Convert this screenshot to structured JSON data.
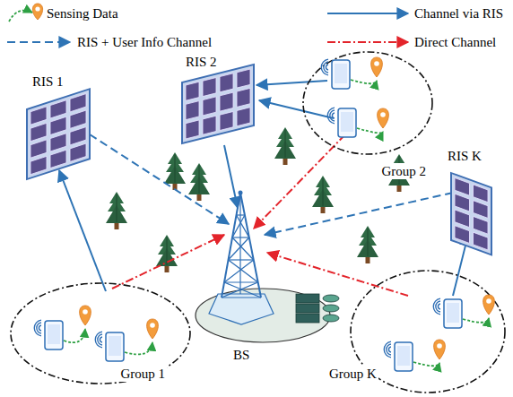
{
  "diagram": {
    "nodes": [
      {
        "text": [
          "RIS 1"
        ]
      },
      {
        "text": [
          "RIS 2"
        ]
      },
      {
        "text": [
          "RIS K"
        ]
      },
      {
        "text": [
          "BS"
        ]
      },
      {
        "text": [
          "Group 1"
        ]
      },
      {
        "text": [
          "Group 2"
        ]
      },
      {
        "text": [
          "Group K"
        ]
      }
    ],
    "edges": [
      {
        "from": 4,
        "to": 0,
        "arrow": "to"
      },
      {
        "from": 0,
        "to": 3,
        "arrow": "to"
      },
      {
        "from": 4,
        "to": 3,
        "arrow": "to"
      },
      {
        "from": 5,
        "to": 1,
        "arrow": "to"
      },
      {
        "from": 1,
        "to": 3,
        "arrow": "to"
      },
      {
        "from": 5,
        "to": 3,
        "arrow": "to"
      },
      {
        "from": 6,
        "to": 2,
        "arrow": "to"
      },
      {
        "from": 2,
        "to": 3,
        "arrow": "to"
      },
      {
        "from": 6,
        "to": 3,
        "arrow": "to"
      }
    ],
    "legend": [
      {
        "text": "Sensing Data"
      },
      {
        "text": "Channel via RIS"
      },
      {
        "text": "RIS + User Info Channel"
      },
      {
        "text": "Direct Channel"
      }
    ]
  }
}
